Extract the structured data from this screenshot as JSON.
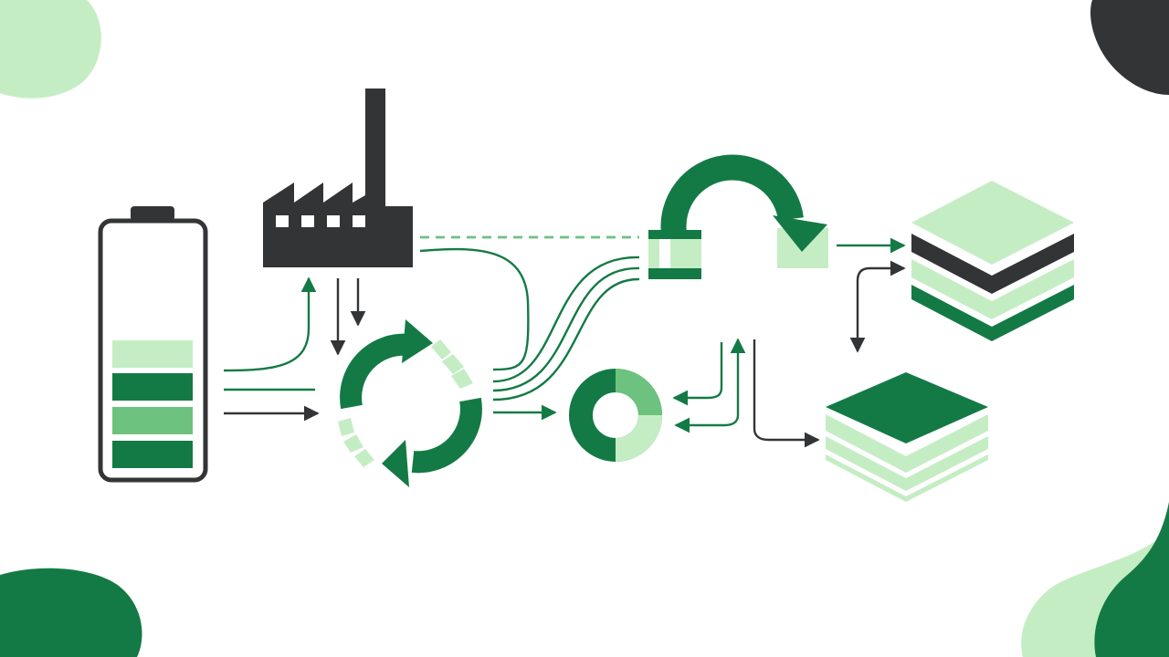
{
  "colors": {
    "dark_green": "#147A45",
    "mid_green": "#6CC27E",
    "light_green": "#C5EDC4",
    "charcoal": "#333436",
    "background": "#FFFFFF"
  },
  "diagram": {
    "type": "battery-recycling-flow",
    "nodes": [
      {
        "id": "battery",
        "icon": "battery-icon",
        "charge_segments": 4
      },
      {
        "id": "factory",
        "icon": "factory-icon"
      },
      {
        "id": "recycle",
        "icon": "recycle-arrows-icon"
      },
      {
        "id": "ring",
        "icon": "donut-ring-icon"
      },
      {
        "id": "loop",
        "icon": "curved-loop-arrow-icon"
      },
      {
        "id": "stack-top",
        "icon": "layer-stack-icon"
      },
      {
        "id": "stack-bottom",
        "icon": "layer-stack-icon"
      }
    ],
    "links": [
      {
        "from": "battery",
        "to": "factory"
      },
      {
        "from": "battery",
        "to": "recycle"
      },
      {
        "from": "factory",
        "to": "recycle"
      },
      {
        "from": "factory",
        "to": "loop"
      },
      {
        "from": "recycle",
        "to": "loop"
      },
      {
        "from": "recycle",
        "to": "ring"
      },
      {
        "from": "loop",
        "to": "ring"
      },
      {
        "from": "loop",
        "to": "stack-top"
      },
      {
        "from": "loop",
        "to": "stack-bottom"
      },
      {
        "from": "stack-top",
        "to": "stack-bottom"
      }
    ]
  }
}
